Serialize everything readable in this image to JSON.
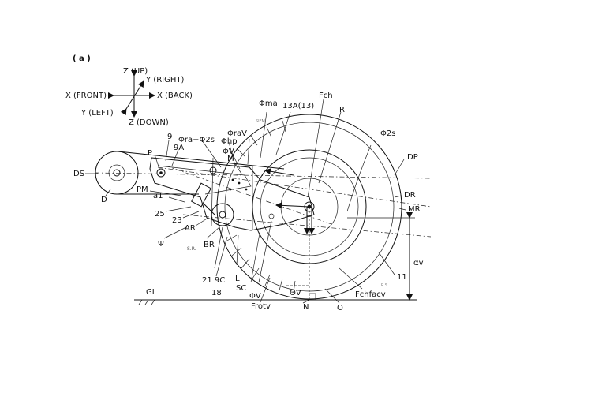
{
  "figure": {
    "panel_label": "( a )",
    "axes": {
      "z_up": "Z (UP)",
      "y_right": "Y (RIGHT)",
      "x_front": "X (FRONT)",
      "x_back": "X (BACK)",
      "y_left": "Y (LEFT)",
      "z_down": "Z (DOWN)"
    },
    "labels": {
      "ref_9": "9",
      "ref_9A": "9A",
      "P": "P",
      "DS": "DS",
      "D": "D",
      "PM": "PM",
      "a1": "a1",
      "ref_25": "25",
      "ref_23": "23",
      "AR": "AR",
      "psi": "Ψ",
      "SR": "S.R.",
      "BR": "BR",
      "ref_21_9C": "21 9C",
      "ref_18": "18",
      "GL": "GL",
      "phi_ra_phi_2s": "Φra−Φ2s",
      "phi_hp": "Φhp",
      "phi_raV": "ΦraV",
      "phi_V_upper": "ΦV",
      "M": "M",
      "phi_ma": "Φma",
      "ref_13A_13": "13A(13)",
      "Fch": "Fch",
      "R": "R",
      "phi_2s": "Φ2s",
      "DP": "DP",
      "DR": "DR",
      "MR": "MR",
      "alpha_v": "αv",
      "ref_11": "11",
      "Fchfacv": "Fchfacv",
      "L": "L",
      "SC": "SC",
      "phi_V_lower": "ΦV",
      "theta_V": "ΘV",
      "Frotv": "Frotv",
      "N": "N",
      "O": "O",
      "small_note_ma": "SIFM...",
      "small_note_rs": "R.S."
    }
  }
}
